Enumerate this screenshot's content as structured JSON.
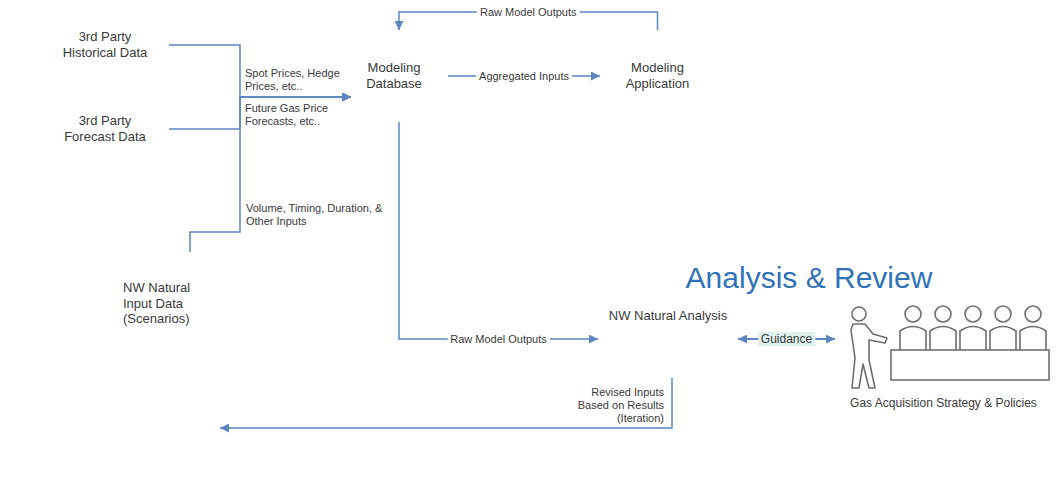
{
  "diagram": {
    "nodes": [
      {
        "text": [
          "3rd Party Historical Data"
        ]
      },
      {
        "text": [
          "3rd Party Forecast Data"
        ]
      },
      {
        "text": [
          "Modeling Database"
        ]
      },
      {
        "text": [
          "Modeling Application"
        ]
      },
      {
        "text": [
          "NW Natural Input Data (Scenarios)"
        ]
      },
      {
        "text": [
          "Analysis & Review"
        ]
      },
      {
        "text": [
          "NW Natural Analysis"
        ],
        "in": 5
      },
      {
        "text": [
          "Gas Acquisition Strategy & Policies"
        ],
        "in": 5
      }
    ],
    "edges": [
      {
        "from": 0,
        "to": 2,
        "arrow": "to",
        "label": "Spot Prices, Hedge Prices, etc.."
      },
      {
        "from": 1,
        "to": 2,
        "arrow": "to",
        "label": "Future Gas Price Forecasts, etc.."
      },
      {
        "from": 4,
        "to": 2,
        "arrow": "to",
        "label": "Volume, Timing, Duration, & Other Inputs"
      },
      {
        "from": 2,
        "to": 3,
        "arrow": "to",
        "label": "Aggregated Inputs"
      },
      {
        "from": 3,
        "to": 2,
        "arrow": "to",
        "label": "Raw Model Outputs"
      },
      {
        "from": 2,
        "to": 6,
        "arrow": "to",
        "label": "Raw Model Outputs"
      },
      {
        "from": 6,
        "to": 4,
        "arrow": "to",
        "label": "Revised Inputs Based on Results (Iteration)"
      },
      {
        "from": 6,
        "to": 7,
        "arrow": "both",
        "label": "Guidance"
      }
    ]
  }
}
